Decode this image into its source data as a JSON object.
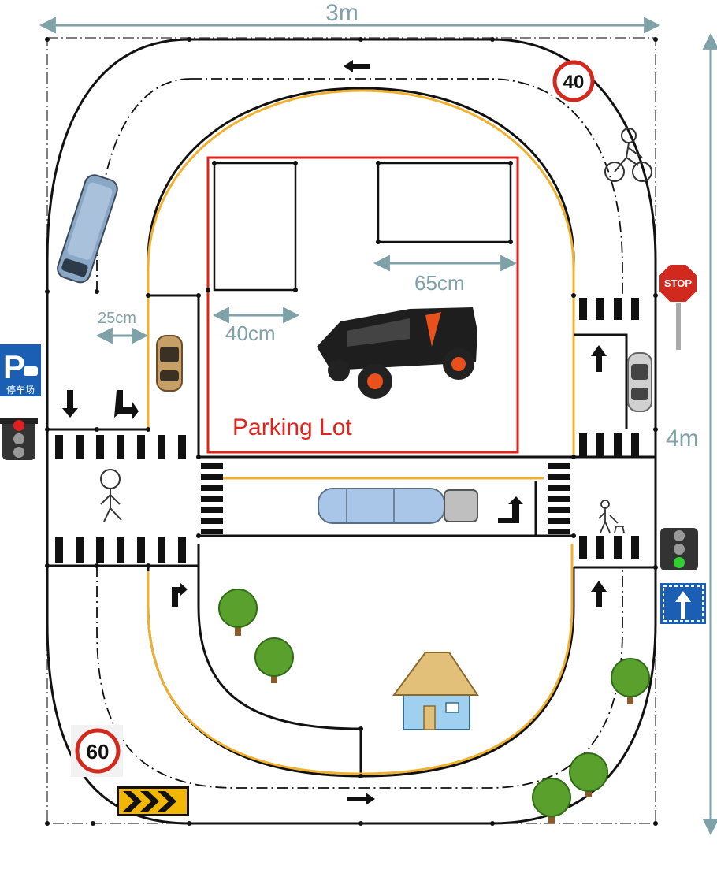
{
  "dimensions": {
    "width_label": "3m",
    "height_label": "4m",
    "lane_width_label": "25cm",
    "slot_width_label": "40cm",
    "slot_length_label": "65cm"
  },
  "parking_lot": {
    "label": "Parking Lot",
    "color": "#e0241c"
  },
  "signs": {
    "speed_limit_top": "40",
    "speed_limit_bottom": "60",
    "stop": "STOP",
    "parking_letter": "P",
    "parking_chinese": "停车场"
  },
  "colors": {
    "dimension": "#7fa1a8",
    "road_line": "#111111",
    "yellow_line": "#f0b030",
    "sign_blue": "#1a5fb4",
    "sign_red": "#d2291e",
    "tree_green": "#5aa02c",
    "chevron_yellow": "#f2b705"
  },
  "icons": [
    "arrow-left-icon",
    "arrow-right-icon",
    "arrow-up-icon",
    "arrow-down-icon",
    "turn-right-arrow-icon",
    "traffic-light-icon",
    "tree-icon",
    "house-icon",
    "car-icon",
    "truck-icon",
    "van-icon",
    "pedestrian-icon",
    "cyclist-icon"
  ]
}
